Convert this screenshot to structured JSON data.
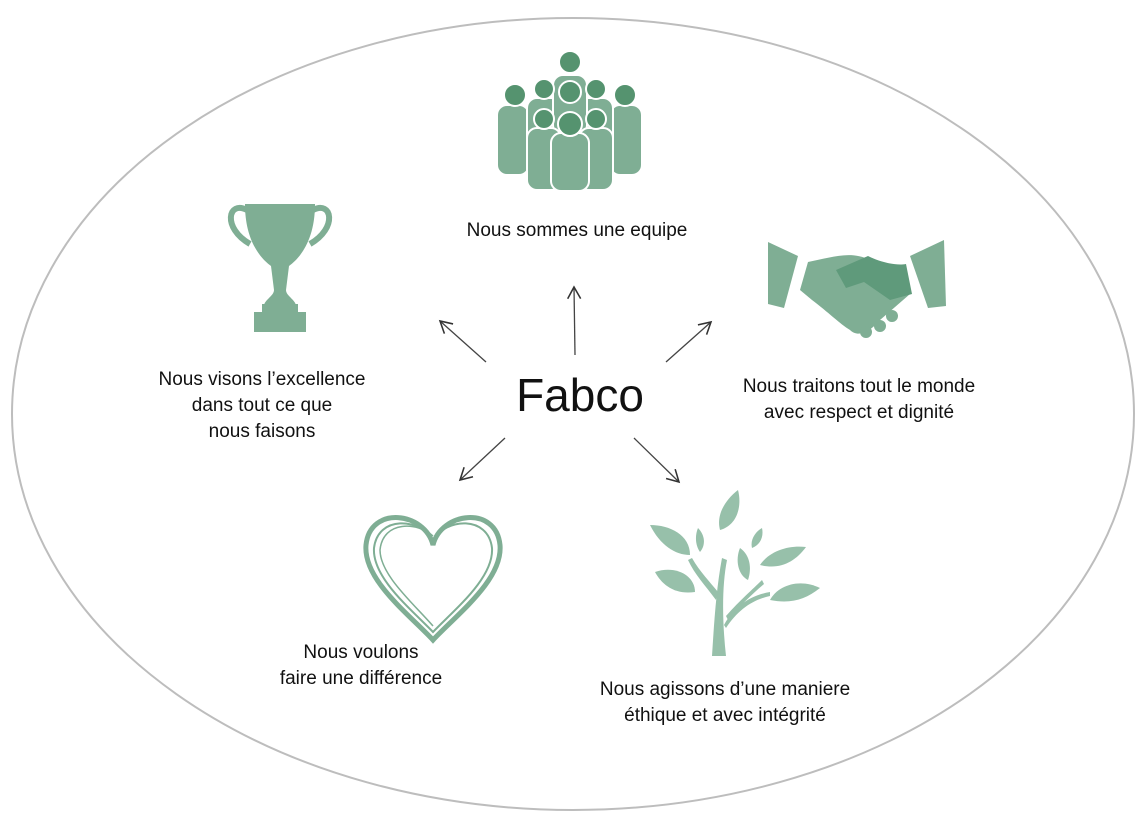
{
  "center": {
    "title": "Fabco"
  },
  "values": [
    {
      "id": "team",
      "icon": "team-people-icon",
      "lines": [
        "Nous sommes une equipe"
      ]
    },
    {
      "id": "respect",
      "icon": "handshake-icon",
      "lines": [
        "Nous traitons tout le monde",
        "avec respect et dignité"
      ]
    },
    {
      "id": "ethics",
      "icon": "tree-icon",
      "lines": [
        "Nous agissons d’une maniere",
        "éthique et avec intégrité"
      ]
    },
    {
      "id": "difference",
      "icon": "heart-icon",
      "lines": [
        "Nous voulons",
        "faire une différence"
      ]
    },
    {
      "id": "excellence",
      "icon": "trophy-icon",
      "lines": [
        "Nous visons l’excellence",
        "dans tout ce que",
        "nous faisons"
      ]
    }
  ],
  "colors": {
    "dark_green": "#55936f",
    "mid_green": "#7fae94",
    "light_green": "#97c0aa",
    "outline": "#bdbdbd"
  }
}
